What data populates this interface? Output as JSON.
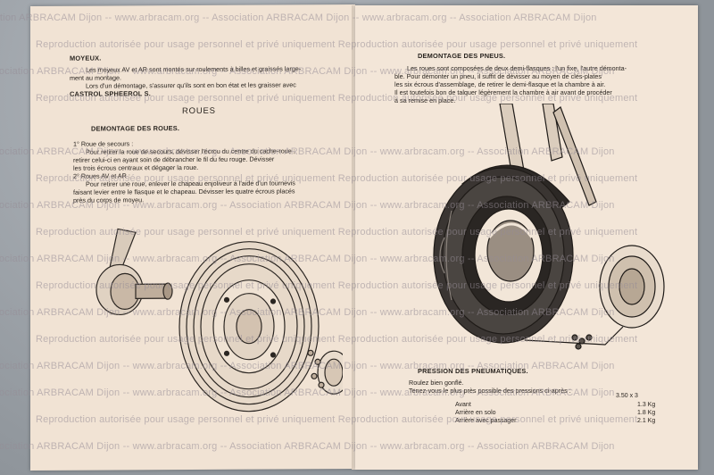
{
  "left_page": {
    "moyeux_title": "MOYEUX.",
    "moyeux_lines": [
      "Les moyeux AV et AR sont montés sur roulements à billes et graissés large-",
      "ment au montage.",
      "Lors d'un démontage, s'assurer qu'ils sont en bon état et les graisser avec",
      "CASTROL SPHEEROL S."
    ],
    "roues_heading": "ROUES",
    "demontage_roues_title": "DEMONTAGE DES ROUES.",
    "roues_lines": [
      "1° Roue de secours :",
      "Pour retirer la roue de secours, dévisser l'écrou du centre du cache-roue ;",
      "retirer celui-ci en ayant soin de débrancher le fil du feu rouge. Dévisser",
      "les trois écrous centraux et dégager la roue.",
      "2° Roues AV et AR :",
      "Pour retirer une roue, enlever le chapeau enjoliveur à l'aide d'un tournevis",
      "faisant levier entre le flasque et le chapeau. Dévisser les quatre écrous placés",
      "près du corps de moyeu."
    ]
  },
  "right_page": {
    "pneus_title": "DEMONTAGE DES PNEUS.",
    "pneus_lines": [
      "Les roues sont composées de deux demi-flasques : l'un fixe, l'autre démonta-",
      "ble. Pour démonter un pneu, il suffit de dévisser au moyen de clés-plates",
      "les six écrous d'assemblage, de retirer le demi-flasque et la chambre à air.",
      "Il est toutefois bon de talquer légèrement la chambre à air avant de procéder",
      "à sa remise en place."
    ],
    "pression_title": "PRESSION DES PNEUMATIQUES.",
    "pression_lines": [
      "Roulez bien gonflé.",
      "Tenez-vous le plus près possible des pressions ci-après :"
    ],
    "tire_size": "3.50 x 3",
    "pressures": [
      {
        "label": "Avant",
        "value": "1.3 Kg"
      },
      {
        "label": "Arrière en solo",
        "value": "1.8 Kg"
      },
      {
        "label": "Arrière avec passager",
        "value": "2.1 Kg"
      }
    ]
  },
  "watermarks": {
    "site": "Association ARBRACAM Dijon -- www.arbracam.org -- Association ARBRACAM Dijon -- www.arbracam.org -- Association ARBRACAM Dijon",
    "repro": "Reproduction autorisée pour usage personnel et privé uniquement   Reproduction autorisée pour usage personnel et privé uniquement"
  }
}
